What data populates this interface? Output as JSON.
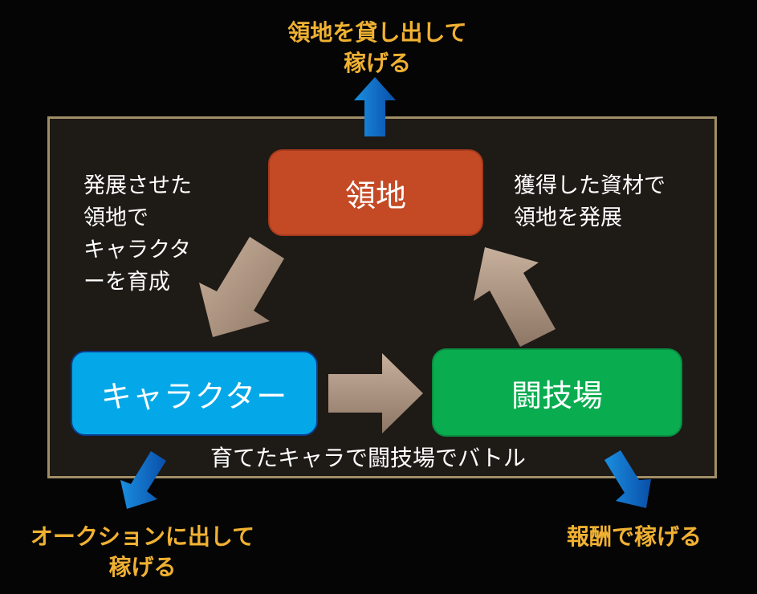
{
  "nodes": {
    "territory": "領地",
    "character": "キャラクター",
    "arena": "闘技場"
  },
  "cycle_notes": {
    "territory_to_character": "発展させた\n領地で\nキャラクタ\nーを育成",
    "arena_to_territory": "獲得した資材で\n領地を発展",
    "character_to_arena": "育てたキャラで闘技場でバトル"
  },
  "earnings": {
    "territory": "領地を貸し出して\n稼げる",
    "character": "オークションに出して\n稼げる",
    "arena": "報酬で稼げる"
  },
  "colors": {
    "territory": "#c44a26",
    "character": "#04a8e8",
    "arena": "#0aac50",
    "earnings_text": "#f0b132",
    "frame_border": "#a08e66",
    "cycle_arrow": "#b09a86",
    "earn_arrow": "#0a72cc"
  }
}
